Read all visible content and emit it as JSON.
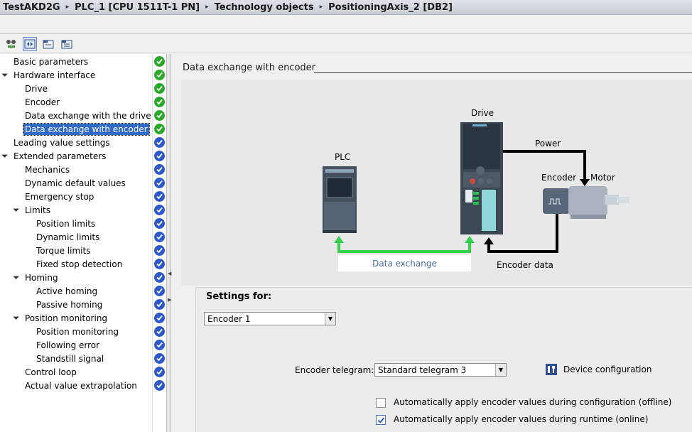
{
  "breadcrumb": {
    "items": [
      "TestAKD2G",
      "PLC_1 [CPU 1511T-1 PN]",
      "Technology objects",
      "PositioningAxis_2 [DB2]"
    ],
    "separator": "▸"
  },
  "toolbar": {
    "icons": [
      "network-view-icon",
      "navigation-view-icon",
      "folder-expand-icon",
      "folder-list-icon"
    ]
  },
  "nav": {
    "items": [
      {
        "label": "Basic parameters",
        "level": 0,
        "expander": "",
        "status": "green"
      },
      {
        "label": "Hardware interface",
        "level": 0,
        "expander": "open",
        "status": "green"
      },
      {
        "label": "Drive",
        "level": 1,
        "expander": "",
        "status": "green"
      },
      {
        "label": "Encoder",
        "level": 1,
        "expander": "",
        "status": "green"
      },
      {
        "label": "Data exchange with the drive",
        "level": 1,
        "expander": "",
        "status": "green"
      },
      {
        "label": "Data exchange with encoder",
        "level": 1,
        "expander": "",
        "status": "green",
        "selected": true
      },
      {
        "label": "Leading value settings",
        "level": 0,
        "expander": "",
        "status": "blue"
      },
      {
        "label": "Extended parameters",
        "level": 0,
        "expander": "open",
        "status": "blue"
      },
      {
        "label": "Mechanics",
        "level": 1,
        "expander": "",
        "status": "blue"
      },
      {
        "label": "Dynamic default values",
        "level": 1,
        "expander": "",
        "status": "blue"
      },
      {
        "label": "Emergency stop",
        "level": 1,
        "expander": "",
        "status": "blue"
      },
      {
        "label": "Limits",
        "level": 1,
        "expander": "open",
        "status": "blue"
      },
      {
        "label": "Position limits",
        "level": 2,
        "expander": "",
        "status": "blue"
      },
      {
        "label": "Dynamic limits",
        "level": 2,
        "expander": "",
        "status": "blue"
      },
      {
        "label": "Torque limits",
        "level": 2,
        "expander": "",
        "status": "blue"
      },
      {
        "label": "Fixed stop detection",
        "level": 2,
        "expander": "",
        "status": "blue"
      },
      {
        "label": "Homing",
        "level": 1,
        "expander": "open",
        "status": "blue"
      },
      {
        "label": "Active homing",
        "level": 2,
        "expander": "",
        "status": "blue"
      },
      {
        "label": "Passive homing",
        "level": 2,
        "expander": "",
        "status": "blue"
      },
      {
        "label": "Position monitoring",
        "level": 1,
        "expander": "open",
        "status": "blue"
      },
      {
        "label": "Position monitoring",
        "level": 2,
        "expander": "",
        "status": "blue"
      },
      {
        "label": "Following error",
        "level": 2,
        "expander": "",
        "status": "blue"
      },
      {
        "label": "Standstill signal",
        "level": 2,
        "expander": "",
        "status": "blue"
      },
      {
        "label": "Control loop",
        "level": 1,
        "expander": "",
        "status": "blue"
      },
      {
        "label": "Actual value extrapolation",
        "level": 1,
        "expander": "",
        "status": "blue"
      }
    ]
  },
  "main": {
    "section_title": "Data exchange with encoder",
    "diagram": {
      "plc_label": "PLC",
      "drive_label": "Drive",
      "power_label": "Power",
      "encoder_label": "Encoder",
      "motor_label": "Motor",
      "data_exchange_label": "Data exchange",
      "encoder_data_label": "Encoder data"
    },
    "settings": {
      "title": "Settings for:",
      "encoder_select_value": "Encoder 1",
      "telegram_label": "Encoder telegram:",
      "telegram_value": "Standard telegram 3",
      "device_config_label": "Device configuration",
      "check_offline_label": "Automatically apply encoder values during configuration (offline)",
      "check_offline_checked": false,
      "check_runtime_label": "Automatically apply encoder values during runtime (online)",
      "check_runtime_checked": true
    }
  },
  "colors": {
    "status_green": "#2aa82a",
    "status_blue": "#2c58c9",
    "selection": "#3169c6",
    "data_exchange_arrow": "#35d14a",
    "power_arrow": "#000000"
  }
}
